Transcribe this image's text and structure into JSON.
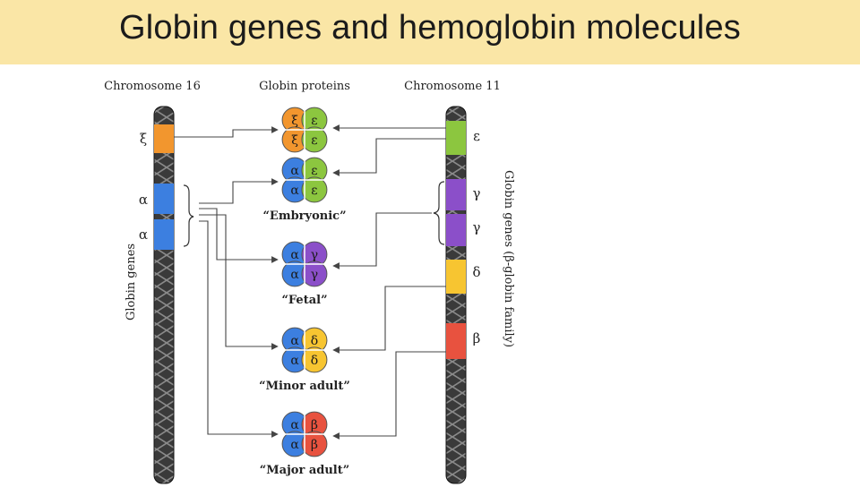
{
  "slide": {
    "title": "Globin genes and hemoglobin molecules"
  },
  "figure": {
    "col_chr16": "Chromosome 16",
    "col_proteins": "Globin proteins",
    "col_chr11": "Chromosome 11",
    "chr16_side_label": "Globin genes",
    "chr11_side_label": "Globin genes (β-globin family)",
    "chr16_genes": [
      {
        "symbol": "ξ",
        "color": "#f2962e"
      },
      {
        "symbol": "α",
        "color": "#3c7fe0"
      },
      {
        "symbol": "α",
        "color": "#3c7fe0"
      }
    ],
    "chr11_genes": [
      {
        "symbol": "ε",
        "color": "#8cc63f"
      },
      {
        "symbol": "γ",
        "color": "#8b4fc9"
      },
      {
        "symbol": "γ",
        "color": "#8b4fc9"
      },
      {
        "symbol": "δ",
        "color": "#f7c531"
      },
      {
        "symbol": "β",
        "color": "#e8523f"
      }
    ],
    "proteins": [
      {
        "left": "ξ",
        "right": "ε",
        "left_color": "#f2962e",
        "right_color": "#8cc63f",
        "label": ""
      },
      {
        "left": "α",
        "right": "ε",
        "left_color": "#3c7fe0",
        "right_color": "#8cc63f",
        "label": "“Embryonic”"
      },
      {
        "left": "α",
        "right": "γ",
        "left_color": "#3c7fe0",
        "right_color": "#8b4fc9",
        "label": "“Fetal”"
      },
      {
        "left": "α",
        "right": "δ",
        "left_color": "#3c7fe0",
        "right_color": "#f7c531",
        "label": "“Minor adult”"
      },
      {
        "left": "α",
        "right": "β",
        "left_color": "#3c7fe0",
        "right_color": "#e8523f",
        "label": "“Major adult”"
      }
    ]
  }
}
